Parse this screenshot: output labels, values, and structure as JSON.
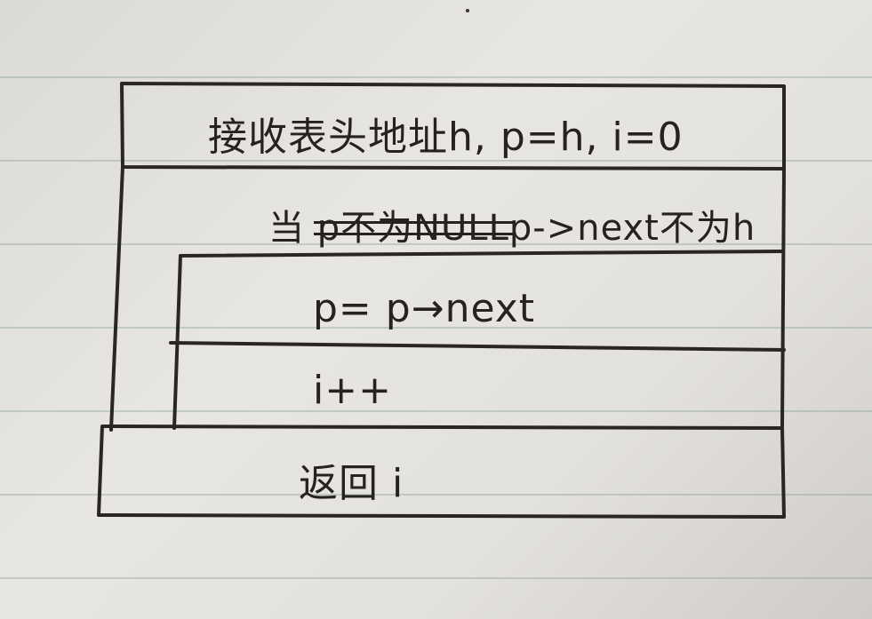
{
  "diagram": {
    "init_block": "接收表头地址h, p=h, i=0",
    "loop": {
      "prefix": "当",
      "struck_text": "p不为NULL",
      "condition": "p->next不为h",
      "body": [
        "p= p→next",
        "i++"
      ]
    },
    "return_block": "返回 i"
  }
}
